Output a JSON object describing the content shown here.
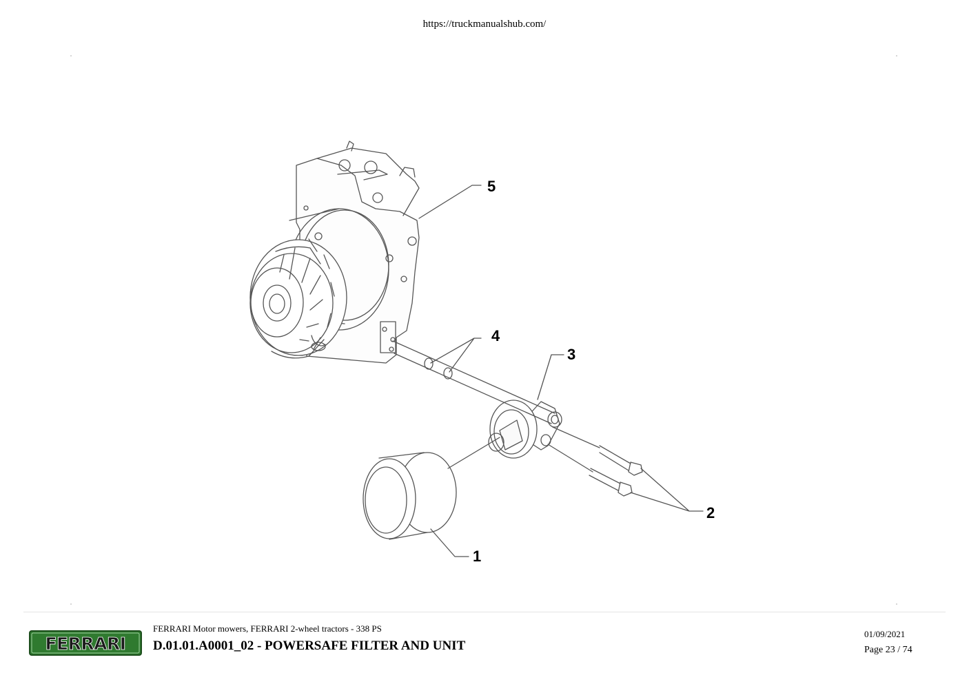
{
  "header": {
    "url": "https://truckmanualshub.com/"
  },
  "drawing": {
    "callouts": {
      "c1": "1",
      "c2": "2",
      "c3": "3",
      "c4": "4",
      "c5": "5"
    }
  },
  "footer": {
    "brand": "FERRARI",
    "subtitle": "FERRARI Motor mowers, FERRARI 2-wheel tractors - 338 PS",
    "title": "D.01.01.A0001_02 - POWERSAFE FILTER AND UNIT",
    "date": "01/09/2021",
    "page": "Page 23 / 74"
  },
  "colors": {
    "logo_green": "#2f7a2f",
    "logo_border": "#1d4f1d",
    "line": "#555555"
  }
}
